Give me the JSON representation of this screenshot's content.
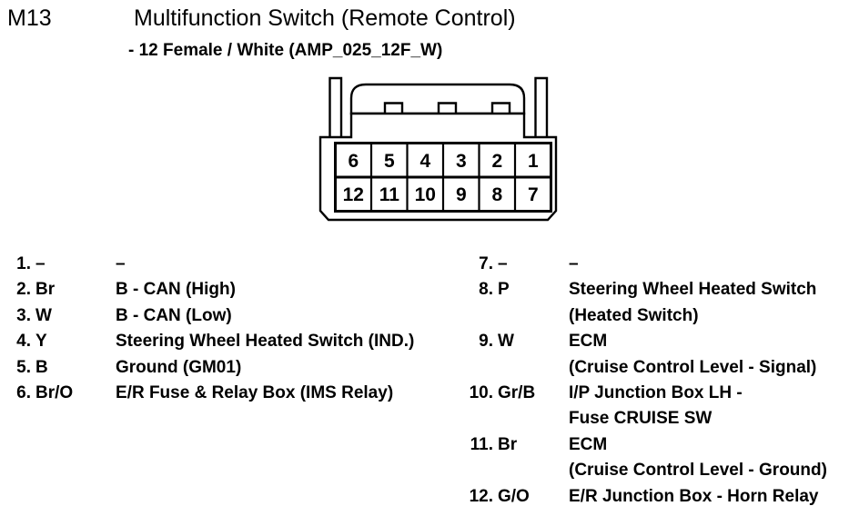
{
  "header": {
    "connector_code": "M13",
    "title": "Multifunction Switch    (Remote Control)",
    "subtitle": "- 12 Female / White (AMP_025_12F_W)"
  },
  "connector": {
    "name": "AMP_025_12F_W",
    "rows": [
      [
        "6",
        "5",
        "4",
        "3",
        "2",
        "1"
      ],
      [
        "12",
        "11",
        "10",
        "9",
        "8",
        "7"
      ]
    ],
    "outline_color": "#000000",
    "body_color": "#ffffff"
  },
  "pins_left": [
    {
      "num": "1.",
      "wire": "–",
      "desc": "–"
    },
    {
      "num": "2.",
      "wire": "Br",
      "desc": "B - CAN (High)"
    },
    {
      "num": "3.",
      "wire": "W",
      "desc": "B - CAN (Low)"
    },
    {
      "num": "4.",
      "wire": "Y",
      "desc": "Steering Wheel Heated Switch (IND.)"
    },
    {
      "num": "5.",
      "wire": "B",
      "desc": "Ground (GM01)"
    },
    {
      "num": "6.",
      "wire": "Br/O",
      "desc": "E/R Fuse & Relay Box (IMS Relay)"
    }
  ],
  "pins_right": [
    {
      "num": "7.",
      "wire": "–",
      "desc": "–"
    },
    {
      "num": "8.",
      "wire": "P",
      "desc": "Steering Wheel Heated Switch"
    },
    {
      "num": "",
      "wire": "",
      "desc": "(Heated Switch)"
    },
    {
      "num": "9.",
      "wire": "W",
      "desc": "ECM"
    },
    {
      "num": "",
      "wire": "",
      "desc": "(Cruise Control Level - Signal)"
    },
    {
      "num": "10.",
      "wire": "Gr/B",
      "desc": "I/P Junction Box LH -"
    },
    {
      "num": "",
      "wire": "",
      "desc": "Fuse CRUISE SW"
    },
    {
      "num": "11.",
      "wire": "Br",
      "desc": "ECM"
    },
    {
      "num": "",
      "wire": "",
      "desc": "(Cruise Control Level - Ground)"
    },
    {
      "num": "12.",
      "wire": "G/O",
      "desc": "E/R Junction Box - Horn Relay"
    }
  ]
}
